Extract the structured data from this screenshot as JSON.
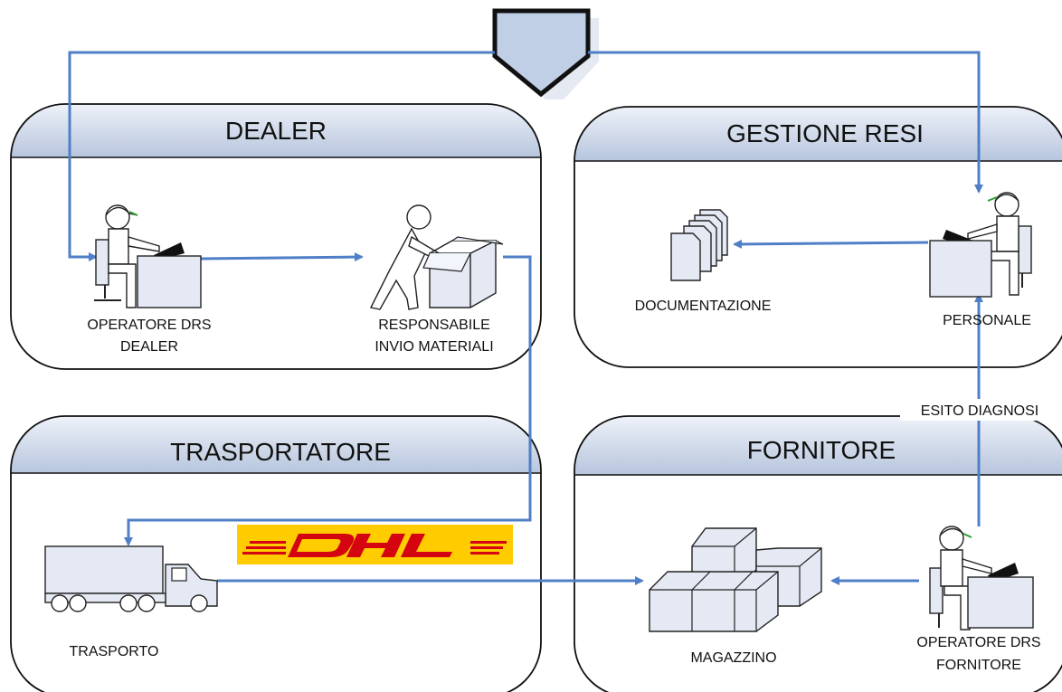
{
  "panels": {
    "dealer": "DEALER",
    "gestione_resi": "GESTIONE RESI",
    "trasportatore": "TRASPORTATORE",
    "fornitore": "FORNITORE"
  },
  "labels": {
    "operatore_drs_dealer_1": "OPERATORE DRS",
    "operatore_drs_dealer_2": "DEALER",
    "responsabile_1": "RESPONSABILE",
    "responsabile_2": "INVIO MATERIALI",
    "documentazione": "DOCUMENTAZIONE",
    "personale": "PERSONALE",
    "esito_diagnosi": "ESITO DIAGNOSI",
    "trasporto": "TRASPORTO",
    "magazzino": "MAGAZZINO",
    "operatore_drs_fornitore_1": "OPERATORE DRS",
    "operatore_drs_fornitore_2": "FORNITORE",
    "dhl_logo": "DHL"
  },
  "colors": {
    "connector": "#4f7fc6",
    "panel_header": "#c8d3e6",
    "dhl_yellow": "#ffcc00",
    "dhl_red": "#d40511"
  }
}
